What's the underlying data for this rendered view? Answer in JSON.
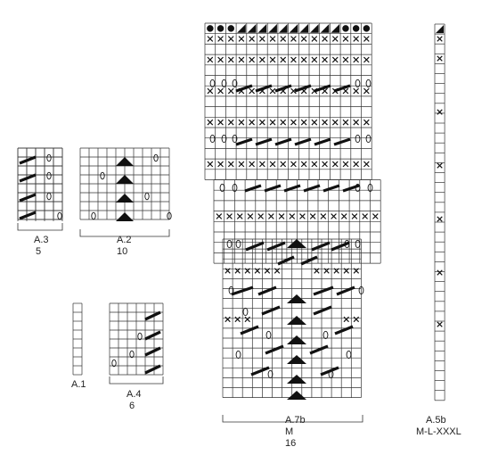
{
  "charts": {
    "a3": {
      "name": "A.3",
      "sub": "5"
    },
    "a2": {
      "name": "A.2",
      "sub": "10"
    },
    "a1": {
      "name": "A.1"
    },
    "a4": {
      "name": "A.4",
      "sub": "6"
    },
    "a7b": {
      "name": "A.7b",
      "sub": "M",
      "sub2": "16"
    },
    "a5b": {
      "name": "A.5b",
      "sub": "M-L-XXXL"
    }
  },
  "symbols": {
    "cross": "×",
    "yarn_over": "oval",
    "slanted_decrease": "thick-slash",
    "double_decrease": "filled-triangle",
    "dot": "filled-circle",
    "corner": "half-filled-square"
  },
  "colors": {
    "grid": "#333333",
    "mark": "#111111",
    "background": "#ffffff"
  }
}
